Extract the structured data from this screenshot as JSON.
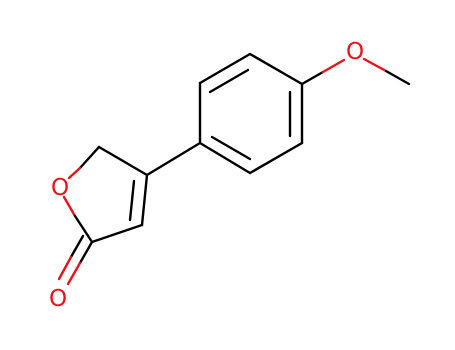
{
  "molecule": {
    "atoms": {
      "ring_oxygen": "O",
      "carbonyl_oxygen": "O",
      "methoxy_oxygen": "O"
    },
    "colors": {
      "bond": "#000000",
      "heteroatom": "#e8141a",
      "background": "#ffffff"
    }
  }
}
